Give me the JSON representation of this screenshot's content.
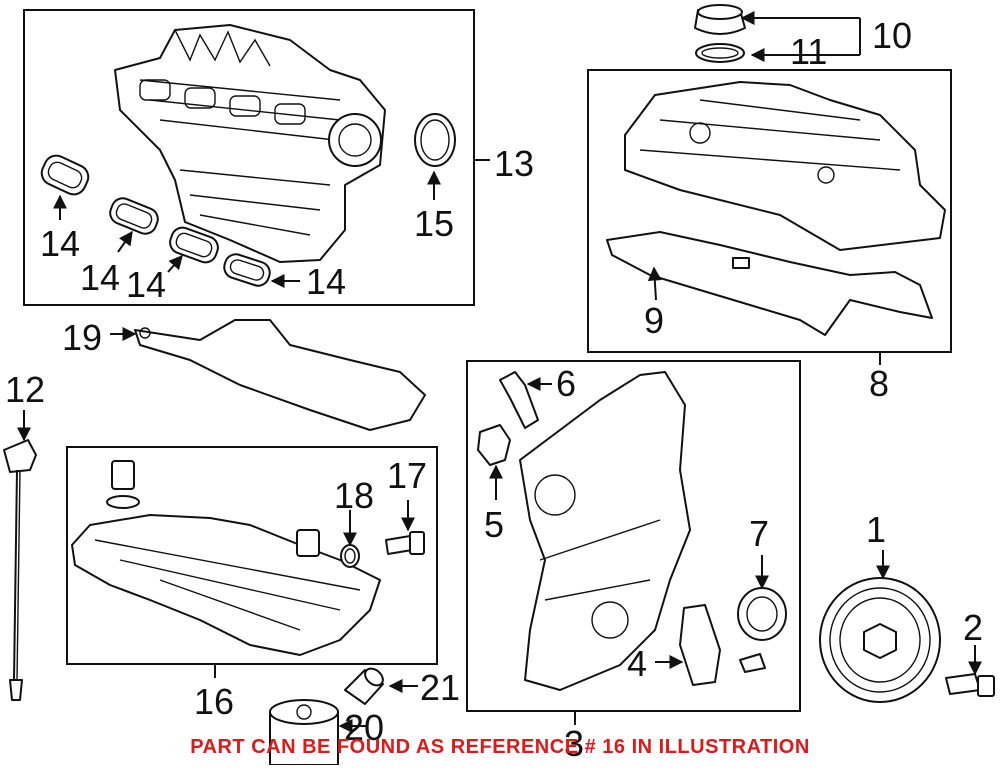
{
  "diagram": {
    "callouts": [
      {
        "id": "c1",
        "text": "1"
      },
      {
        "id": "c2",
        "text": "2"
      },
      {
        "id": "c3",
        "text": "3"
      },
      {
        "id": "c4",
        "text": "4"
      },
      {
        "id": "c5",
        "text": "5"
      },
      {
        "id": "c6",
        "text": "6"
      },
      {
        "id": "c7",
        "text": "7"
      },
      {
        "id": "c8",
        "text": "8"
      },
      {
        "id": "c9",
        "text": "9"
      },
      {
        "id": "c10",
        "text": "10"
      },
      {
        "id": "c11",
        "text": "11"
      },
      {
        "id": "c12",
        "text": "12"
      },
      {
        "id": "c13",
        "text": "13"
      },
      {
        "id": "c14a",
        "text": "14"
      },
      {
        "id": "c14b",
        "text": "14"
      },
      {
        "id": "c14c",
        "text": "14"
      },
      {
        "id": "c14d",
        "text": "14"
      },
      {
        "id": "c15",
        "text": "15"
      },
      {
        "id": "c16",
        "text": "16"
      },
      {
        "id": "c17",
        "text": "17"
      },
      {
        "id": "c18",
        "text": "18"
      },
      {
        "id": "c19",
        "text": "19"
      },
      {
        "id": "c20",
        "text": "20"
      },
      {
        "id": "c21",
        "text": "21"
      }
    ],
    "note": {
      "text": "PART CAN BE FOUND AS REFERENCE # 16 IN ILLUSTRATION",
      "color": "#e01818"
    }
  }
}
